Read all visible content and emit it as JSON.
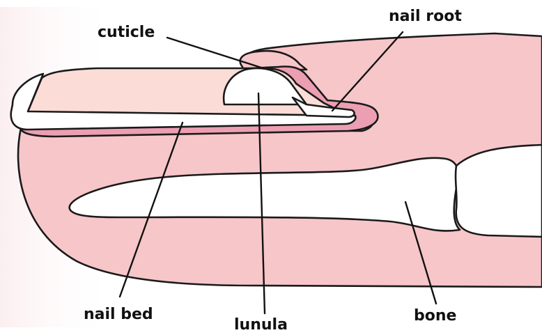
{
  "labels": {
    "cuticle": "cuticle",
    "nail_root": "nail root",
    "nail_bed": "nail bed",
    "lunula": "lunula",
    "bone": "bone"
  },
  "colors": {
    "skin": "#f7c6c9",
    "nail_plate": "#fbdcd6",
    "nail_bed_pink": "#ec9fb2",
    "bone": "#ffffff",
    "outline": "#1a1a1a",
    "background_glow": "#fbeef0"
  }
}
